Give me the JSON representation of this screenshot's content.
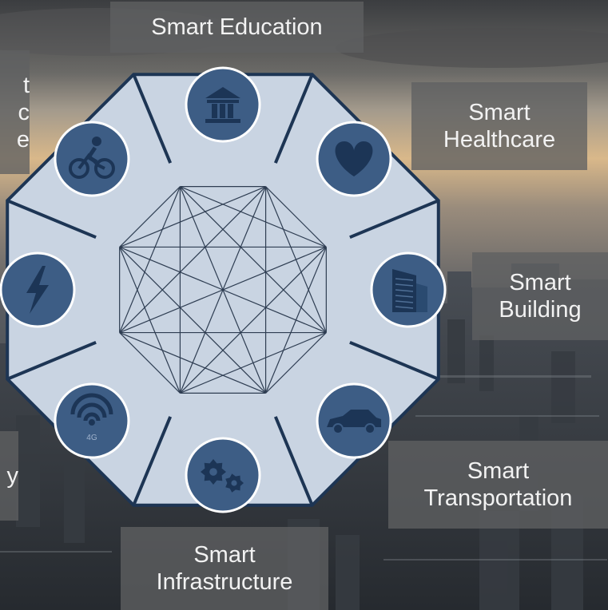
{
  "labels": {
    "education": "Smart Education",
    "healthcare": [
      "Smart",
      "Healthcare"
    ],
    "building": [
      "Smart",
      "Building"
    ],
    "transportation": [
      "Smart",
      "Transportation"
    ],
    "infrastructure": [
      "Smart",
      "Infrastructure"
    ],
    "left_top": [
      "t",
      "c",
      "e"
    ],
    "left_bottom": [
      "y"
    ]
  },
  "icons": [
    "bank-icon",
    "heart-icon",
    "building-icon",
    "car-icon",
    "gears-icon",
    "wifi-4g-icon",
    "lightning-icon",
    "cyclist-icon"
  ],
  "wifi_caption": "4G",
  "colors": {
    "octagon_fill": "#c9d4e2",
    "octagon_stroke": "#1d3554",
    "icon_fill": "#3d5d85",
    "icon_ring": "#ffffff",
    "mesh_stroke": "#2e3d52"
  }
}
